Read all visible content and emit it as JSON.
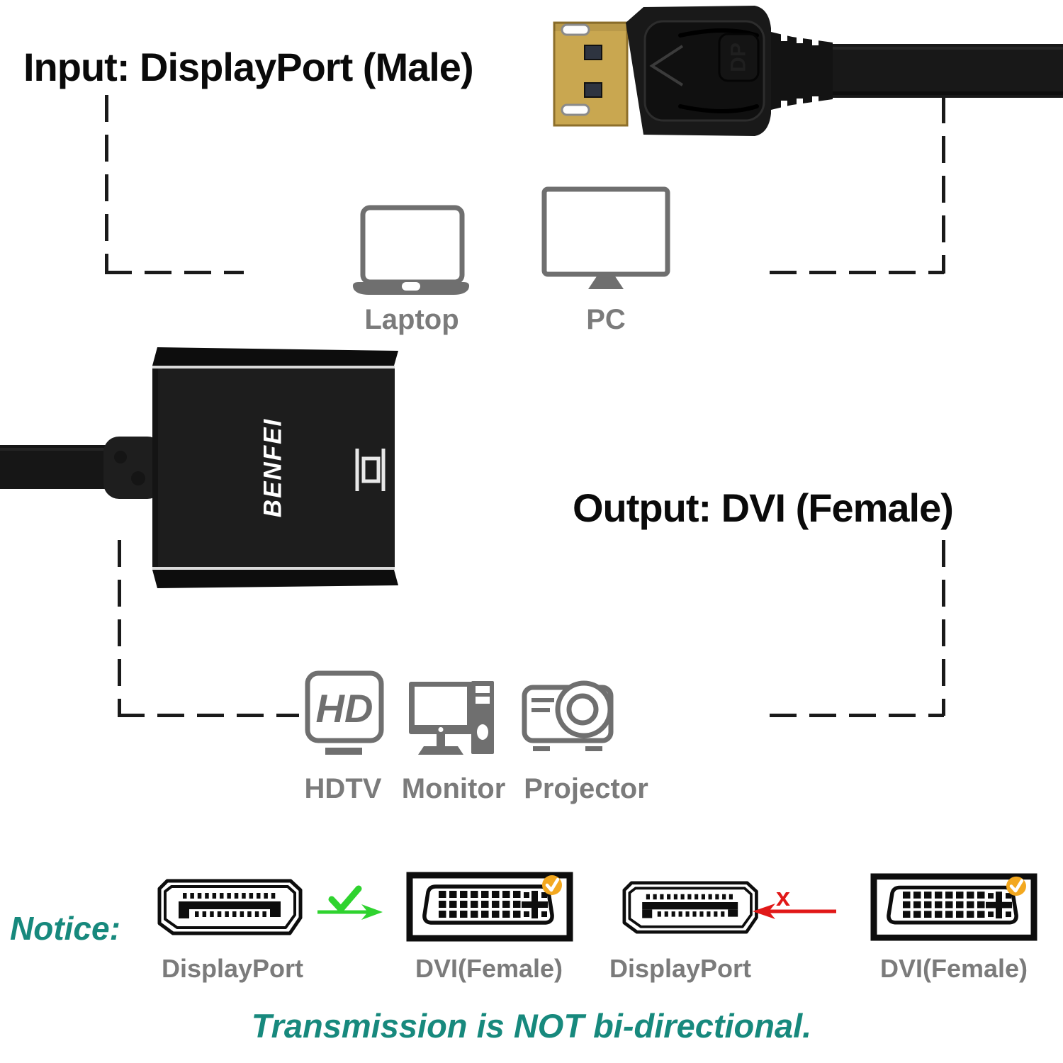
{
  "colors": {
    "background": "#ffffff",
    "title_text": "#0a0a0a",
    "label_gray": "#7b7b7b",
    "icon_gray": "#6f6f6f",
    "teal": "#17897d",
    "green": "#2fd32f",
    "red": "#e11818",
    "orange_badge": "#f3a81f",
    "connector_gold": "#c9a750",
    "dash_line": "#1a1a1a"
  },
  "input_section": {
    "title": "Input: DisplayPort (Male)",
    "devices": [
      {
        "label": "Laptop"
      },
      {
        "label": "PC"
      }
    ]
  },
  "adapter": {
    "brand": "BENFEI"
  },
  "output_section": {
    "title": "Output: DVI (Female)",
    "devices": [
      {
        "label": "HDTV",
        "screen_text": "HD"
      },
      {
        "label": "Monitor"
      },
      {
        "label": "Projector"
      }
    ]
  },
  "notice": {
    "label": "Notice:",
    "blocked_mark": "x",
    "pairs": [
      {
        "from": "DisplayPort",
        "to": "DVI(Female)",
        "status": "allowed"
      },
      {
        "from": "DisplayPort",
        "to": "DVI(Female)",
        "status": "blocked"
      }
    ],
    "footer": "Transmission is NOT bi-directional."
  }
}
